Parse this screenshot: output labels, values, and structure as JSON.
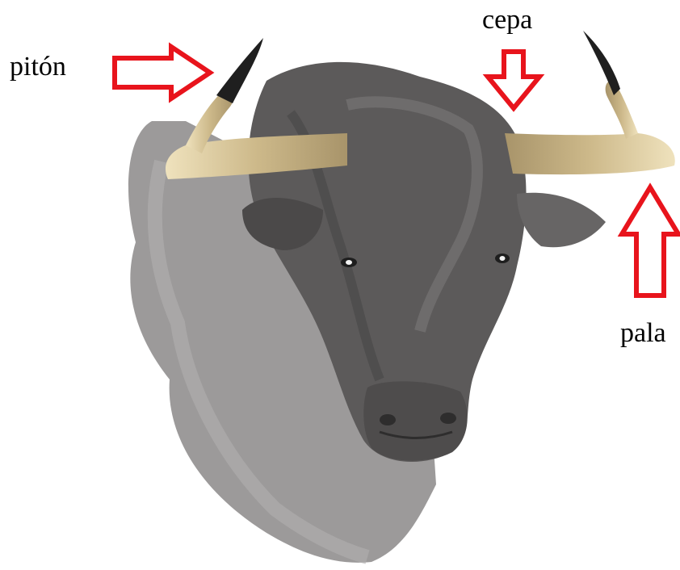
{
  "labels": {
    "piton": "pitón",
    "cepa": "cepa",
    "pala": "pala"
  },
  "illustration": {
    "subject": "bull-head",
    "icon": "bull-head-illustration"
  },
  "colors": {
    "arrow_outline": "#e8141c",
    "hide_light": "#9a9a9a",
    "hide_dark": "#565454",
    "horn_base": "#d8c79a",
    "horn_tip": "#1f1f1f"
  }
}
